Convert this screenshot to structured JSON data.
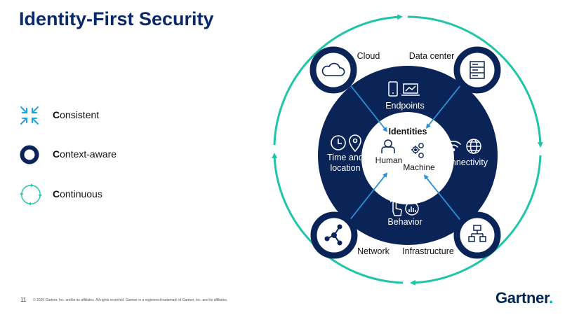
{
  "title": "Identity-First Security",
  "attributes": [
    {
      "initial": "C",
      "rest": "onsistent",
      "icon": "compress-arrows-icon"
    },
    {
      "initial": "C",
      "rest": "ontext-aware",
      "icon": "ring-icon"
    },
    {
      "initial": "C",
      "rest": "ontinuous",
      "icon": "cycle-arrows-icon"
    }
  ],
  "diagram": {
    "center": "Identities",
    "center_items": [
      "Human",
      "Machine"
    ],
    "segments": {
      "top": "Endpoints",
      "left": [
        "Time and",
        "location"
      ],
      "right": "Connectivity",
      "bottom": "Behavior"
    },
    "corners": {
      "top_left": "Cloud",
      "top_right": "Data center",
      "bottom_left": "Network",
      "bottom_right": "Infrastructure"
    }
  },
  "footer": {
    "page_number": "11",
    "copyright": "© 2025 Gartner, Inc. and/or its affiliates. All rights reserved. Gartner is a registered trademark of Gartner, Inc. and its affiliates."
  },
  "logo": "Gartner",
  "colors": {
    "navy": "#0b2a6b",
    "dark_navy": "#0a2458",
    "teal": "#1ec5a8",
    "arrow_blue": "#2b8fd6"
  }
}
